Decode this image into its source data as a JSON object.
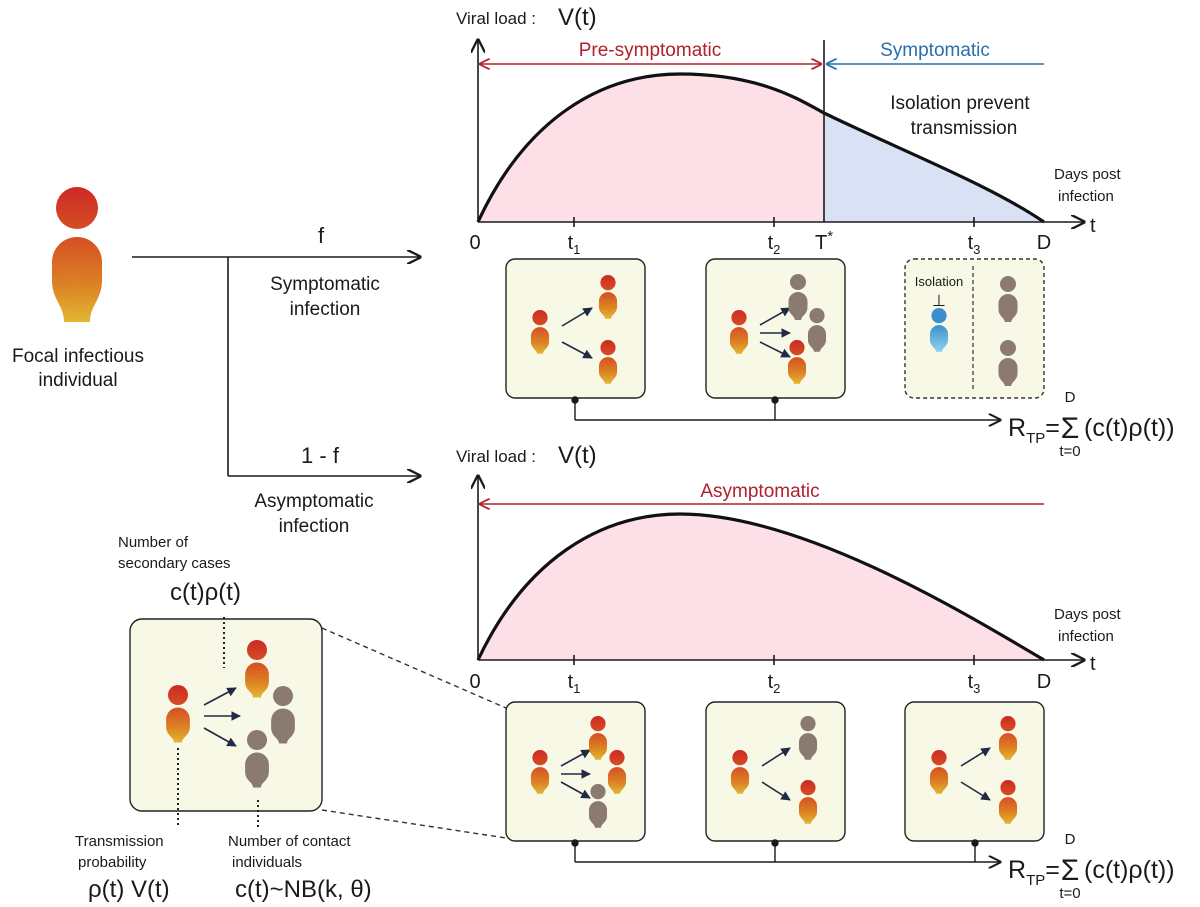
{
  "colors": {
    "presymptomatic": "#b0222a",
    "symptomatic": "#2a6fad",
    "pink_fill": "#fde0e7",
    "blue_fill": "#d9e2f4",
    "box_fill": "#f8f8e7",
    "contact_gray": "#8b7a70",
    "isolated_blue": "#4da6d9"
  },
  "focal": {
    "label_line1": "Focal infectious",
    "label_line2": "individual"
  },
  "branch_top": {
    "fraction": "f",
    "label_line1": "Symptomatic",
    "label_line2": "infection"
  },
  "branch_bottom": {
    "fraction": "1 - f",
    "label_line1": "Asymptomatic",
    "label_line2": "infection"
  },
  "top_chart": {
    "ylabel_prefix": "Viral load :",
    "ylabel_symbol": "V(t)",
    "pre_label": "Pre-symptomatic",
    "sym_label": "Symptomatic",
    "isolation_line1": "Isolation prevent",
    "isolation_line2": "transmission",
    "xlabel_line1": "Days post",
    "xlabel_line2": "infection",
    "axis_var": "t",
    "origin": "0",
    "ticks": [
      {
        "base": "t",
        "sub": "1"
      },
      {
        "base": "t",
        "sub": "2"
      },
      {
        "base": "T",
        "sup": "*"
      },
      {
        "base": "t",
        "sub": "3"
      },
      {
        "base": "D"
      }
    ],
    "isolation_label": "Isolation",
    "isolation_symbol": "⊥"
  },
  "bottom_chart": {
    "ylabel_prefix": "Viral load :",
    "ylabel_symbol": "V(t)",
    "phase_label": "Asymptomatic",
    "xlabel_line1": "Days post",
    "xlabel_line2": "infection",
    "axis_var": "t",
    "origin": "0",
    "ticks": [
      {
        "base": "t",
        "sub": "1"
      },
      {
        "base": "t",
        "sub": "2"
      },
      {
        "base": "t",
        "sub": "3"
      },
      {
        "base": "D"
      }
    ]
  },
  "formula": {
    "lhs": "R",
    "lhs_sub": "TP",
    "eq": "=",
    "sigma": "Σ",
    "upper": "D",
    "lower": "t=0",
    "body": "(c(t)ρ(t))"
  },
  "detail": {
    "secondary_line1": "Number of",
    "secondary_line2": "secondary cases",
    "secondary_expr": "c(t)ρ(t)",
    "trans_line1": "Transmission",
    "trans_line2": "probability",
    "trans_expr": "ρ(t) V(t)",
    "contact_line1": "Number of contact",
    "contact_line2": "individuals",
    "contact_expr": "c(t)~NB(k, θ)"
  }
}
